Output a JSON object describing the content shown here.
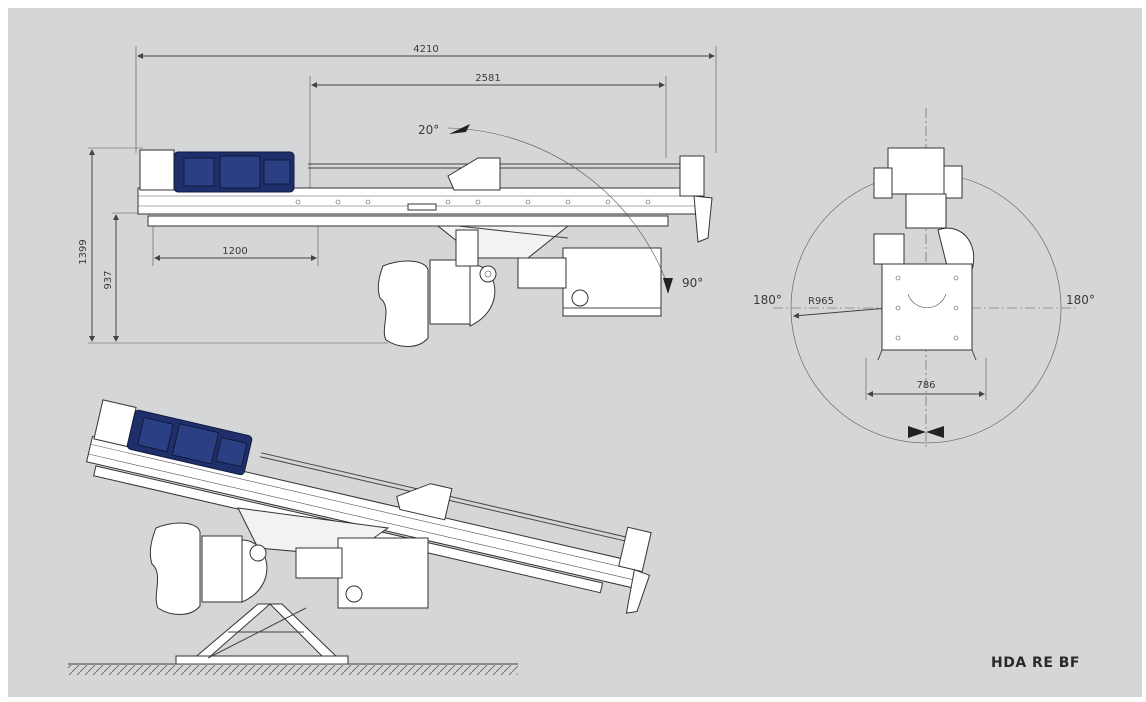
{
  "dimensions": {
    "overall_length": "4210",
    "feed_length": "2581",
    "base_length": "1200",
    "total_height": "1399",
    "base_height": "937",
    "rotation_radius": "R965",
    "end_width": "786"
  },
  "angles": {
    "tilt_up": "20°",
    "tilt_down": "90°",
    "rotate_left": "180°",
    "rotate_right": "180°"
  },
  "model": "HDA RE BF",
  "colors": {
    "background": "#d5d6d8",
    "motor": "#1e2f6b",
    "line": "#444444"
  }
}
